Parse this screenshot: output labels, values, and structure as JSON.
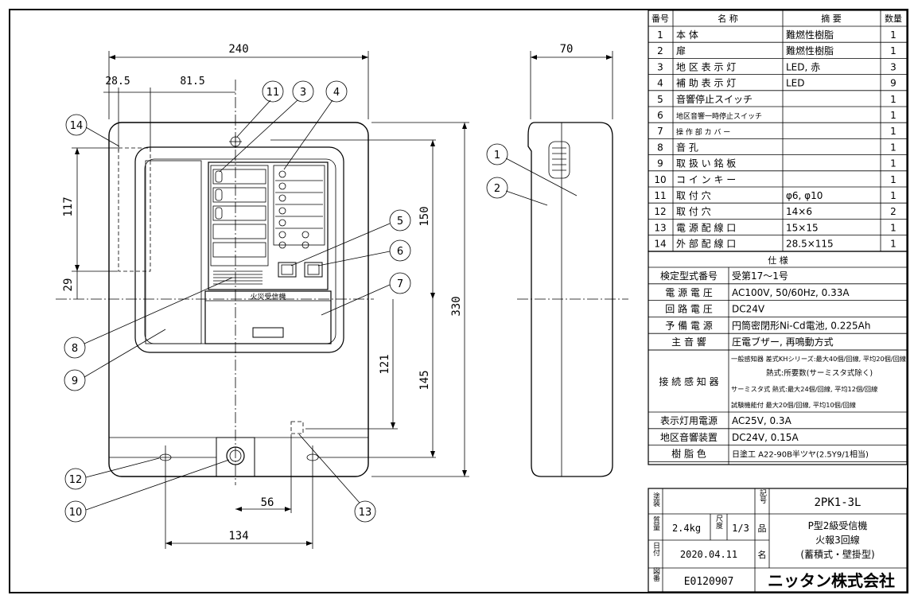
{
  "dimensions": {
    "width_total": "240",
    "offset_left": "28.5",
    "offset_mid": "81.5",
    "height_opening": "117",
    "height_lower": "29",
    "height_150": "150",
    "height_330": "330",
    "height_145": "145",
    "height_121": "121",
    "bottom_56": "56",
    "bottom_134": "134",
    "depth": "70"
  },
  "callouts": [
    "1",
    "2",
    "3",
    "4",
    "5",
    "6",
    "7",
    "8",
    "9",
    "10",
    "11",
    "12",
    "13",
    "14"
  ],
  "front_label": "火災受信機",
  "parts_header": {
    "no": "番号",
    "name": "名 称",
    "summary": "摘 要",
    "qty": "数量"
  },
  "parts": [
    {
      "no": "1",
      "name": "本 体",
      "summary": "難燃性樹脂",
      "qty": "1"
    },
    {
      "no": "2",
      "name": "扉",
      "summary": "難燃性樹脂",
      "qty": "1"
    },
    {
      "no": "3",
      "name": "地 区 表 示 灯",
      "summary": "LED, 赤",
      "qty": "3"
    },
    {
      "no": "4",
      "name": "補 助 表 示 灯",
      "summary": "LED",
      "qty": "9"
    },
    {
      "no": "5",
      "name": "音響停止スイッチ",
      "summary": "",
      "qty": "1"
    },
    {
      "no": "6",
      "name": "地区音響一時停止スイッチ",
      "summary": "",
      "qty": "1"
    },
    {
      "no": "7",
      "name": "操 作 部 カ バ ー",
      "summary": "",
      "qty": "1"
    },
    {
      "no": "8",
      "name": "音 孔",
      "summary": "",
      "qty": "1"
    },
    {
      "no": "9",
      "name": "取 扱 い 銘 板",
      "summary": "",
      "qty": "1"
    },
    {
      "no": "10",
      "name": "コ イ ン キ ー",
      "summary": "",
      "qty": "1"
    },
    {
      "no": "11",
      "name": "取 付 穴",
      "summary": "φ6, φ10",
      "qty": "1"
    },
    {
      "no": "12",
      "name": "取 付 穴",
      "summary": "14×6",
      "qty": "2"
    },
    {
      "no": "13",
      "name": "電 源 配 線 口",
      "summary": "15×15",
      "qty": "1"
    },
    {
      "no": "14",
      "name": "外 部 配 線 口",
      "summary": "28.5×115",
      "qty": "1"
    }
  ],
  "spec_title": "仕 様",
  "specs": [
    {
      "label": "検定型式番号",
      "value": "受第17〜1号"
    },
    {
      "label": "電 源 電 圧",
      "value": "AC100V, 50/60Hz, 0.33A"
    },
    {
      "label": "回 路 電 圧",
      "value": "DC24V"
    },
    {
      "label": "予 備 電 源",
      "value": "円筒密閉形Ni-Cd電池, 0.225Ah"
    },
    {
      "label": "主 音 響",
      "value": "圧電ブザー, 再鳴動方式"
    }
  ],
  "detector": {
    "label": "接 続 感 知 器",
    "lines": [
      "一般感知器 差式KHシリーズ:最大40個/回線, 平均20個/回線",
      "熱式:所要数(サーミスタ式除く)",
      "サーミスタ式 熱式:最大24個/回線, 平均12個/回線",
      "試験機能付 最大20個/回線, 平均10個/回線"
    ]
  },
  "specs2": [
    {
      "label": "表示灯用電源",
      "value": "AC25V, 0.3A"
    },
    {
      "label": "地区音響装置",
      "value": "DC24V, 0.15A"
    },
    {
      "label": "樹 脂 色",
      "value": "日塗工 A22-90B半ツヤ(2.5Y9/1相当)"
    }
  ],
  "title_block": {
    "paint_label": "塗装",
    "mass_label": "質量",
    "mass_value": "2.4kg",
    "scale_label": "尺度",
    "scale_value": "1/3",
    "date_label": "日付",
    "date_value": "2020.04.11",
    "drawing_label": "図番",
    "drawing_value": "E0120907",
    "symbol_label": "記号",
    "symbol_value": "2PK1-3L",
    "product_label": "品",
    "name_label": "名",
    "product_name": [
      "P型2級受信機",
      "火報3回線",
      "(蓄積式・壁掛型)"
    ],
    "company": "ニッタン株式会社"
  }
}
